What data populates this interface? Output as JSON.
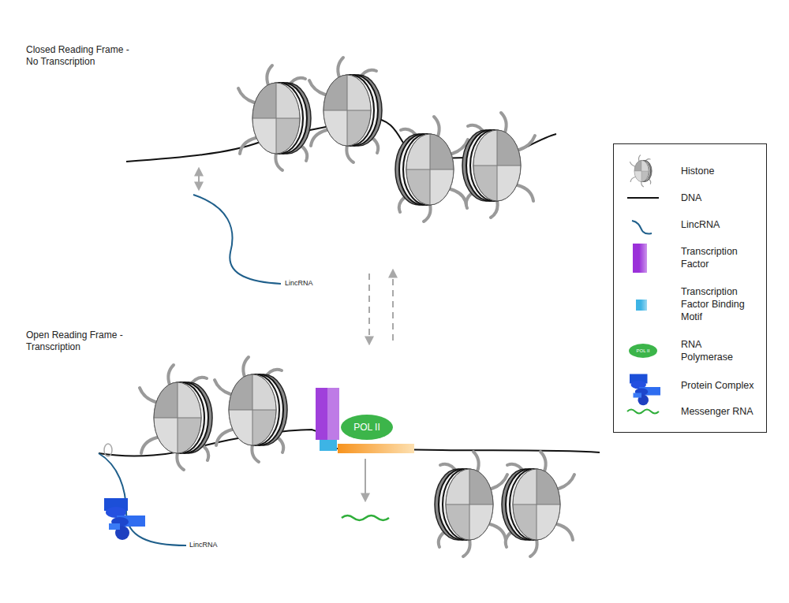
{
  "diagram": {
    "nodes": [
      {
        "text": [
          "POL II"
        ]
      }
    ],
    "labels": [
      "Closed Reading Frame - No Transcription",
      "LincRNA",
      "Open Reading Frame - Transcription",
      "LincRNA",
      "POL II"
    ],
    "legend": [
      {
        "text": "Histone"
      },
      {
        "text": "DNA"
      },
      {
        "text": "LincRNA"
      },
      {
        "text": "Transcription Factor",
        "color": "#9b30d9"
      },
      {
        "text": "Transcription Factor Binding Motif",
        "color": "#3db4e5"
      },
      {
        "text": "RNA Polymerase"
      },
      {
        "text": "Protein Complex"
      },
      {
        "text": "Messenger RNA"
      }
    ]
  }
}
